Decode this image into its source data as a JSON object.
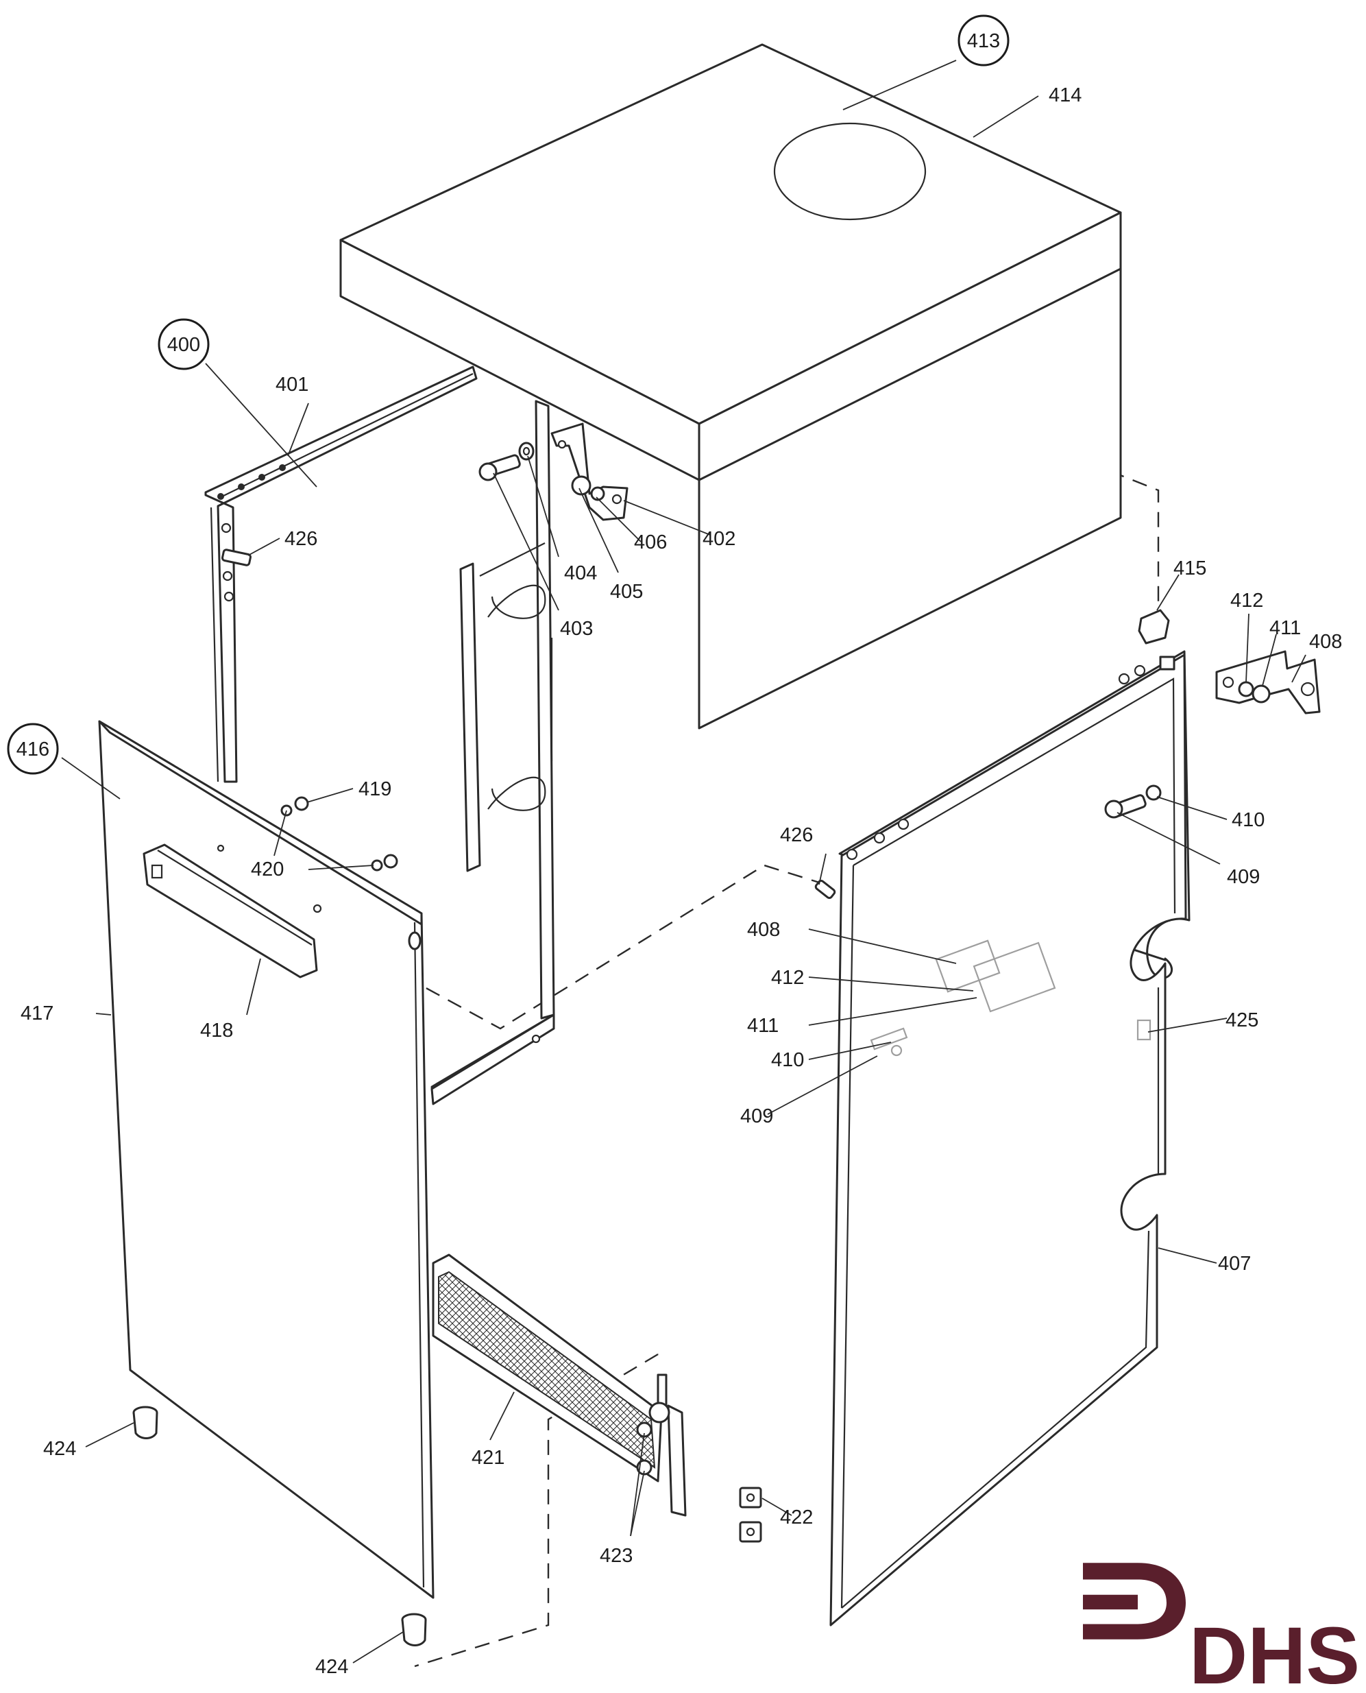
{
  "labels": {
    "l400": "400",
    "l401": "401",
    "l402": "402",
    "l403": "403",
    "l404": "404",
    "l405": "405",
    "l406": "406",
    "l407": "407",
    "l408a": "408",
    "l408b": "408",
    "l409a": "409",
    "l409b": "409",
    "l410a": "410",
    "l410b": "410",
    "l411a": "411",
    "l411b": "411",
    "l412a": "412",
    "l412b": "412",
    "l413": "413",
    "l414": "414",
    "l415": "415",
    "l416": "416",
    "l417": "417",
    "l418": "418",
    "l419": "419",
    "l420": "420",
    "l421": "421",
    "l422": "422",
    "l423": "423",
    "l424a": "424",
    "l424b": "424",
    "l425": "425",
    "l426a": "426",
    "l426b": "426"
  },
  "logo": {
    "text": "DHS",
    "color": "#5a1f2c"
  }
}
